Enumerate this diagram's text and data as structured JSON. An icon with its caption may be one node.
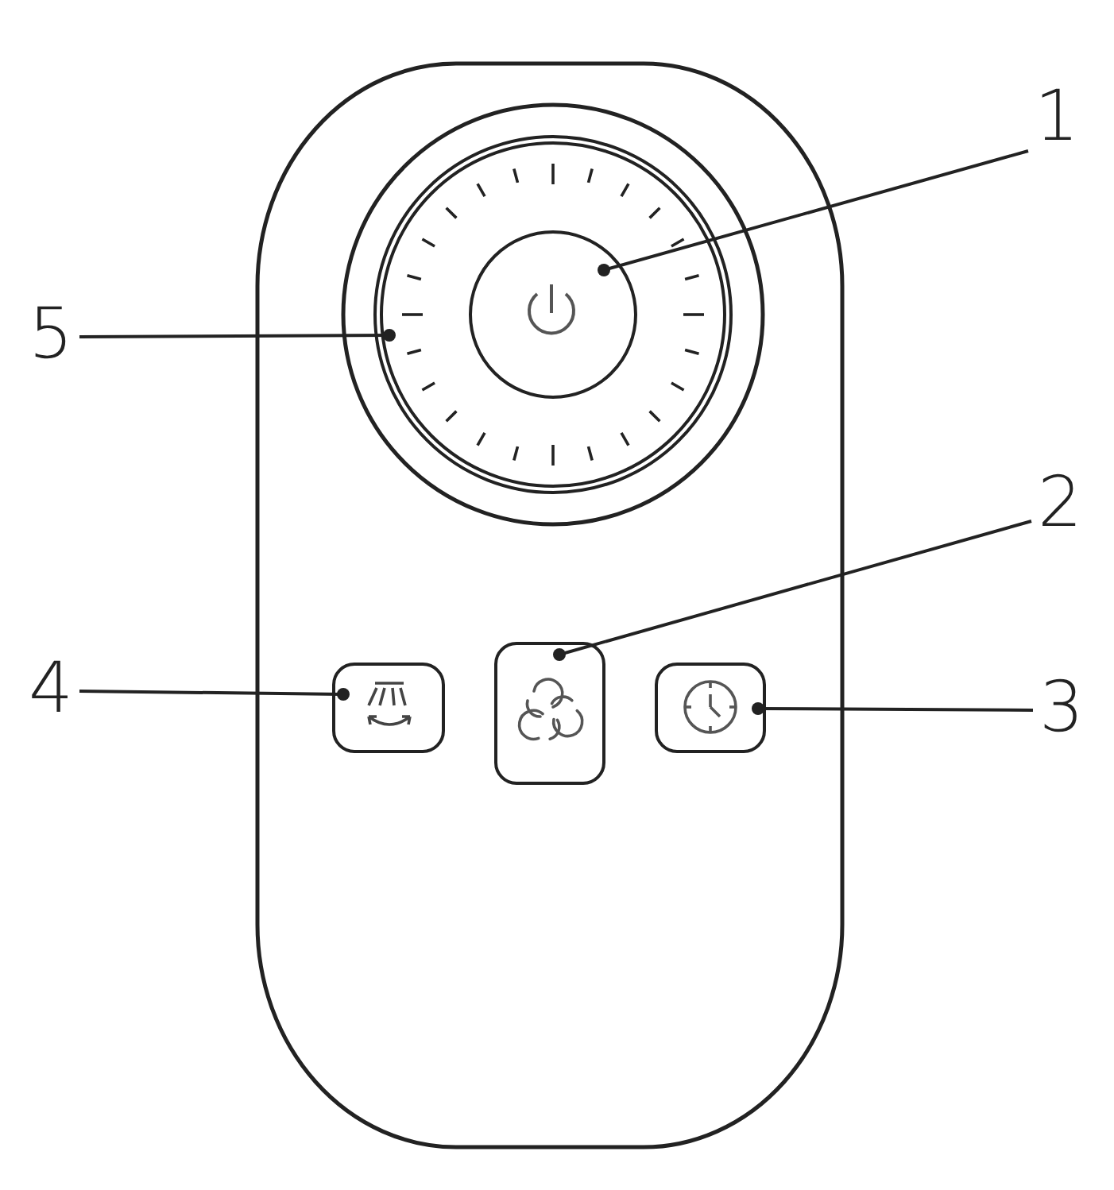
{
  "diagram": {
    "nodes": [
      {
        "text": [
          "1"
        ]
      },
      {
        "text": [
          "5"
        ]
      },
      {
        "text": [],
        "shape": "circle"
      },
      {
        "text": [],
        "shape": "circle",
        "in": 2
      },
      {
        "text": [
          "2"
        ]
      },
      {
        "text": [
          "4"
        ]
      },
      {
        "text": [],
        "shape": "box"
      },
      {
        "text": [],
        "shape": "box"
      },
      {
        "text": [],
        "shape": "box"
      },
      {
        "text": [
          "3"
        ]
      }
    ],
    "edges": [
      {
        "from": 0,
        "to": 3,
        "arrow": "other"
      },
      {
        "from": 1,
        "to": 2,
        "arrow": "other"
      },
      {
        "from": 4,
        "to": 7,
        "arrow": "other"
      },
      {
        "from": 5,
        "to": 6,
        "arrow": "other"
      },
      {
        "from": 9,
        "to": 8,
        "arrow": "other"
      }
    ]
  }
}
